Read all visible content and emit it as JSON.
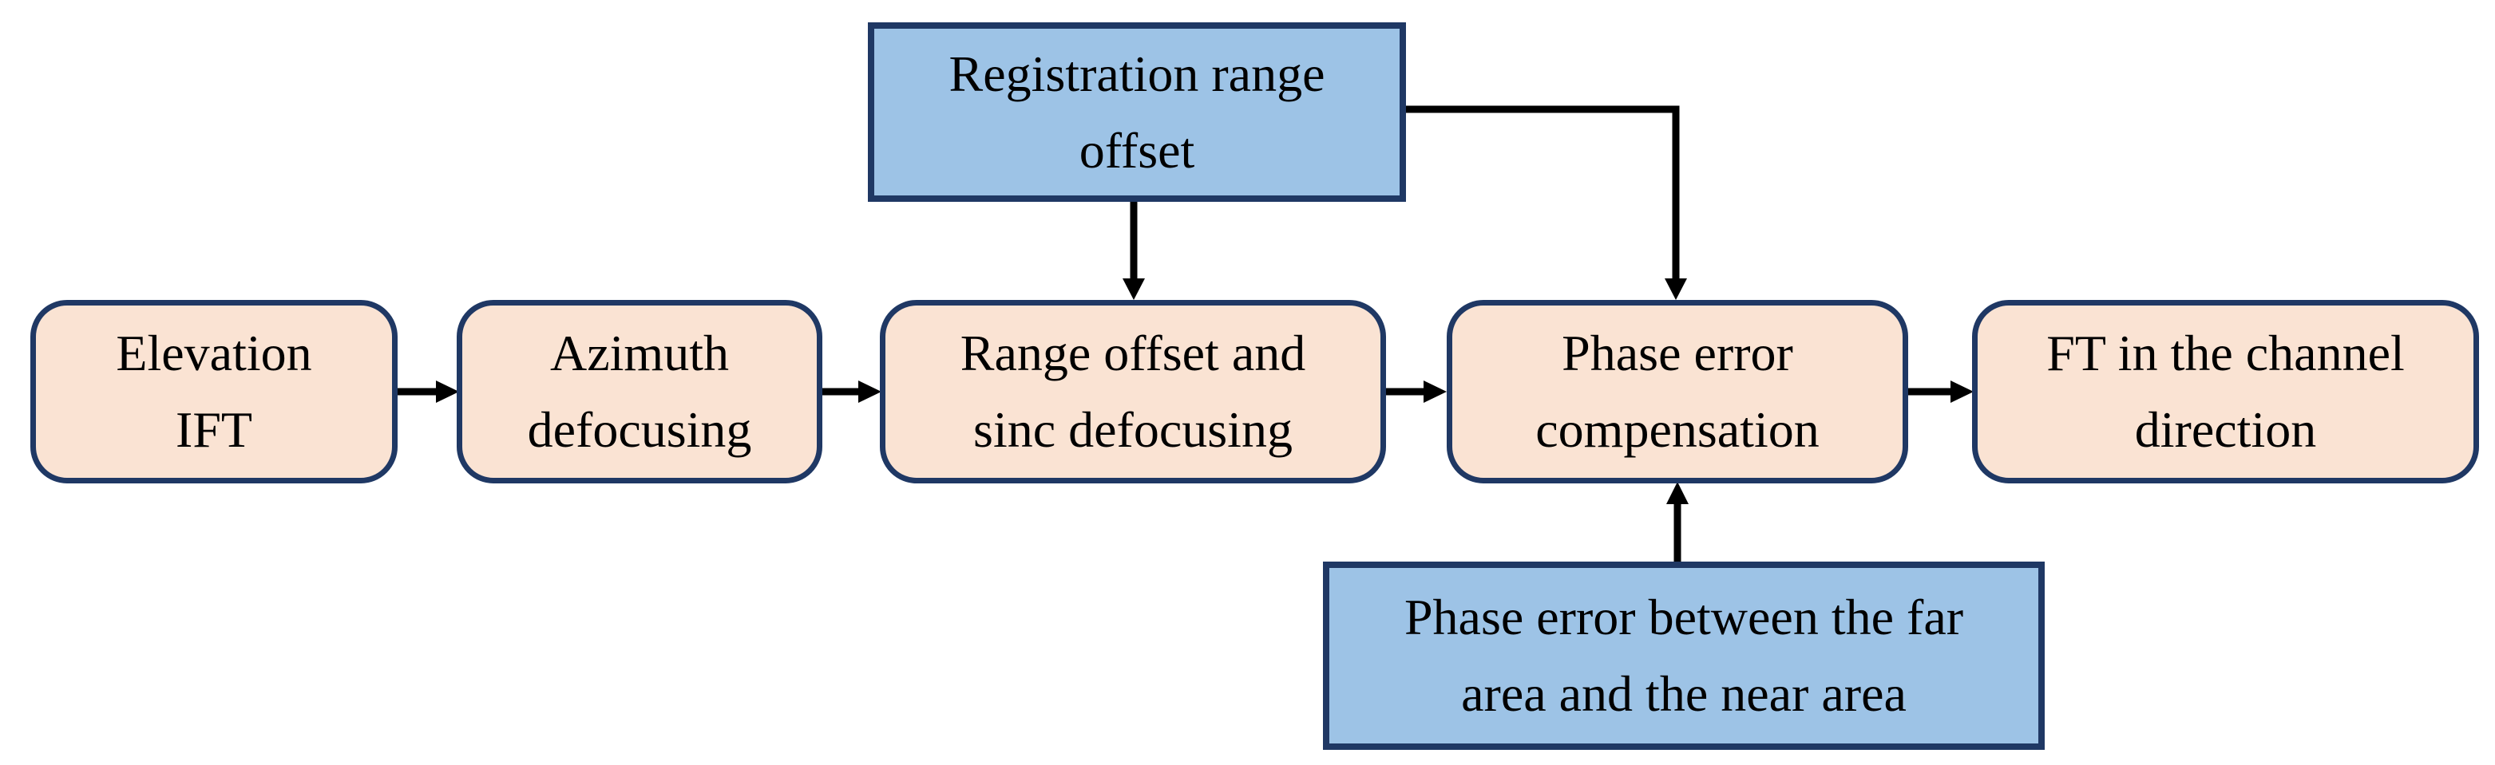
{
  "diagram": {
    "type": "flowchart",
    "background_color": "#FFFFFF",
    "colors": {
      "process_fill": "#FAE3D3",
      "input_fill": "#9DC3E6",
      "border": "#1F3864",
      "arrow": "#000000",
      "text": "#000000"
    },
    "process_steps": [
      {
        "id": "elevation-ift",
        "label": "Elevation\nIFT"
      },
      {
        "id": "azimuth-defocusing",
        "label": "Azimuth\ndefocusing"
      },
      {
        "id": "range-offset-sinc-defocusing",
        "label": "Range offset and\nsinc defocusing"
      },
      {
        "id": "phase-error-compensation",
        "label": "Phase error\ncompensation"
      },
      {
        "id": "ft-channel-direction",
        "label": "FT in the channel\ndirection"
      }
    ],
    "inputs": [
      {
        "id": "registration-range-offset",
        "label": "Registration range\noffset",
        "targets": [
          "range-offset-sinc-defocusing",
          "phase-error-compensation"
        ]
      },
      {
        "id": "phase-error-far-near",
        "label": "Phase error between the far\narea and the near area",
        "targets": [
          "phase-error-compensation"
        ]
      }
    ],
    "flow": [
      "elevation-ift",
      "azimuth-defocusing",
      "range-offset-sinc-defocusing",
      "phase-error-compensation",
      "ft-channel-direction"
    ]
  }
}
